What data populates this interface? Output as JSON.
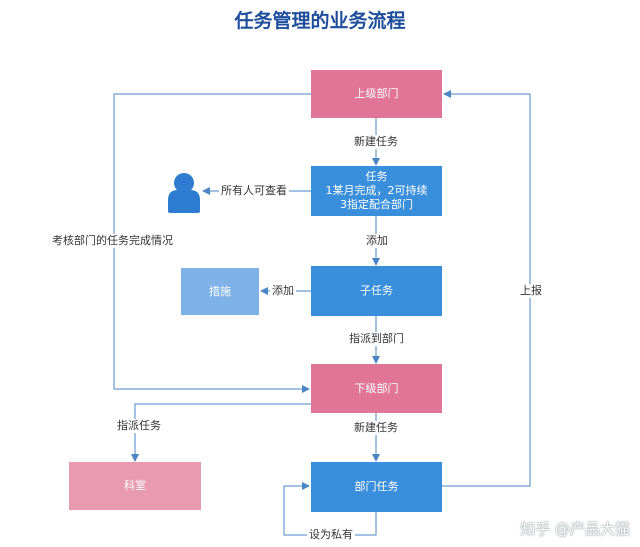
{
  "title": "任务管理的业务流程",
  "nodes": {
    "superior_dept": "上级部门",
    "task_lines": [
      "任务",
      "1某月完成，2可持续",
      "3指定配合部门"
    ],
    "sub_task": "子任务",
    "measures": "措施",
    "subordinate_dept": "下级部门",
    "section_office": "科室",
    "dept_task": "部门任务"
  },
  "edges": {
    "create_task_1": "新建任务",
    "all_can_view": "所有人可查看",
    "add_1": "添加",
    "add_2": "添加",
    "assign_to_dept": "指派到部门",
    "assess_dept": "考核部门的任务完成情况",
    "assign_task": "指派任务",
    "create_task_2": "新建任务",
    "set_private": "设为私有",
    "report_up": "上报"
  },
  "watermark": "知乎 @产品大猫",
  "colors": {
    "pink": "#e07598",
    "pink_light": "#e89bb0",
    "blue": "#3a8fdc",
    "blue_light": "#7fb2e6",
    "line": "#4a86c5",
    "title": "#1f4e9c"
  },
  "icons": {
    "person": "user-icon"
  }
}
